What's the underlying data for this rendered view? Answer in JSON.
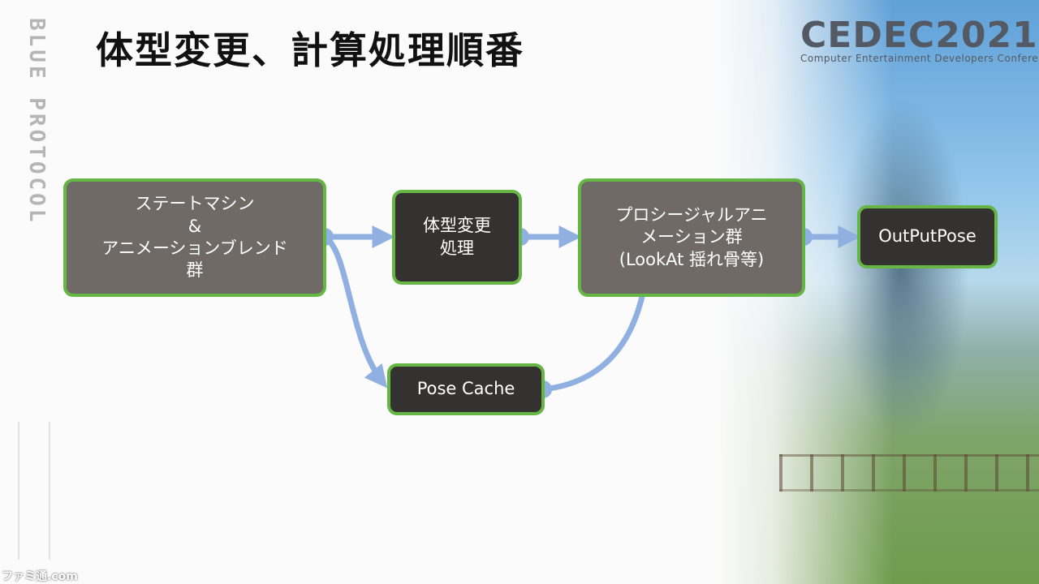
{
  "slide": {
    "title": "体型変更、計算処理順番",
    "side_logo": "BLUE PROTOCOL"
  },
  "conference": {
    "name": "CEDEC2021",
    "subtitle": "Computer Entertainment Developers Conference"
  },
  "diagram": {
    "nodes": [
      {
        "id": "state-machine",
        "label": "ステートマシン\n&\nアニメーションブレンド\n群"
      },
      {
        "id": "body-change",
        "label": "体型変更\n処理"
      },
      {
        "id": "procedural",
        "label": "プロシージャルアニ\nメーション群\n(LookAt 揺れ骨等)"
      },
      {
        "id": "output-pose",
        "label": "OutPutPose"
      },
      {
        "id": "pose-cache",
        "label": "Pose Cache"
      }
    ],
    "edges": [
      {
        "from": "state-machine",
        "to": "body-change"
      },
      {
        "from": "body-change",
        "to": "procedural"
      },
      {
        "from": "procedural",
        "to": "output-pose"
      },
      {
        "from": "state-machine",
        "to": "pose-cache"
      },
      {
        "from": "pose-cache",
        "to": "procedural"
      }
    ],
    "colors": {
      "node_border": "#66b645",
      "node_light": "#6f6a66",
      "node_dark": "#343230",
      "arrow": "#8fb0e0"
    }
  },
  "watermark": "ファミ通.com"
}
